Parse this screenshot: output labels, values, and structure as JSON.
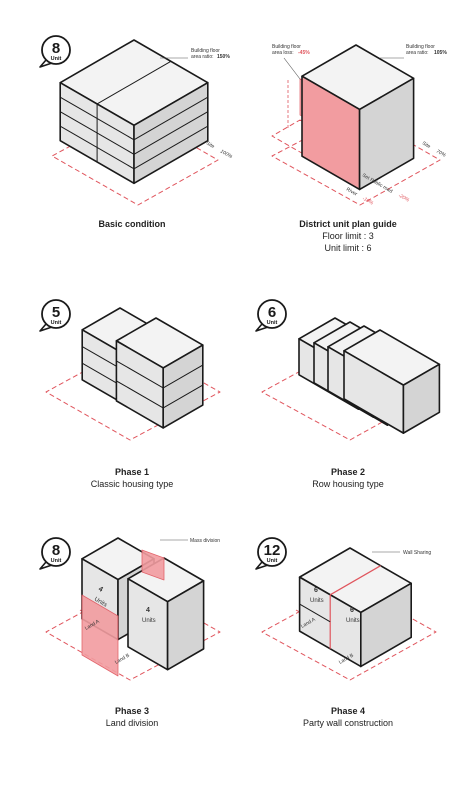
{
  "colors": {
    "accent": "#e0555d",
    "fill_light": "#f3f3f3",
    "fill_mid": "#e6e6e6",
    "fill_dark": "#d4d4d4",
    "pink": "#f29ca0"
  },
  "panels": [
    {
      "id": "basic",
      "badge_number": "8",
      "badge_unit": "Unit",
      "title": "Basic condition",
      "subtitle_lines": [],
      "annotations": {
        "far_label_1": "Building floor",
        "far_label_2": "area ratio:",
        "far_value": "150%",
        "site_label": "Site",
        "site_value": "100%"
      }
    },
    {
      "id": "district",
      "title": "District unit plan guide",
      "subtitle_lines": [
        "Floor limit : 3",
        "Unit limit : 6"
      ],
      "annotations": {
        "loss_label_1": "Building floor",
        "loss_label_2": "area loss:",
        "loss_value": "-45%",
        "far_label_1": "Building floor",
        "far_label_2": "area ratio:",
        "far_value": "105%",
        "site_label": "Site",
        "site_value": "70%",
        "road_label": "Set Public road",
        "road_value": "-20%",
        "river_label": "River",
        "river_value": "-10%"
      }
    },
    {
      "id": "phase1",
      "badge_number": "5",
      "badge_unit": "Unit",
      "title": "Phase 1",
      "subtitle_lines": [
        "Classic housing type"
      ]
    },
    {
      "id": "phase2",
      "badge_number": "6",
      "badge_unit": "Unit",
      "title": "Phase 2",
      "subtitle_lines": [
        "Row housing type"
      ]
    },
    {
      "id": "phase3",
      "badge_number": "8",
      "badge_unit": "Unit",
      "title": "Phase 3",
      "subtitle_lines": [
        "Land division"
      ],
      "annotations": {
        "mass_division": "Mass division",
        "units_left_n": "4",
        "units_left_l": "Units",
        "units_right_n": "4",
        "units_right_l": "Units",
        "land_a": "Land A",
        "land_b": "Land B"
      }
    },
    {
      "id": "phase4",
      "badge_number": "12",
      "badge_unit": "Unit",
      "title": "Phase 4",
      "subtitle_lines": [
        "Party wall construction"
      ],
      "annotations": {
        "wall_sharing": "Wall Sharing",
        "units_left_n": "6",
        "units_left_l": "Units",
        "units_right_n": "6",
        "units_right_l": "Units",
        "land_a": "Land A",
        "land_b": "Land B"
      }
    }
  ]
}
